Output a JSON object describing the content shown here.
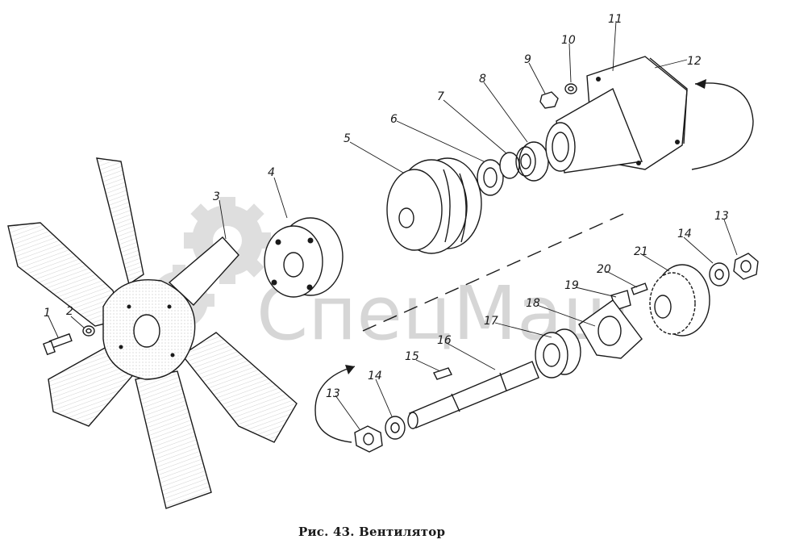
{
  "figure": {
    "caption": "Рис. 43. Вентилятор",
    "watermark": "СпецМаш"
  },
  "callouts": [
    "1",
    "2",
    "3",
    "4",
    "5",
    "6",
    "7",
    "8",
    "9",
    "10",
    "11",
    "12",
    "13",
    "14",
    "15",
    "16",
    "17",
    "18",
    "19",
    "20",
    "21",
    "13",
    "14"
  ],
  "colors": {
    "ink": "#1a1a1a",
    "watermark": "#c9c9c9"
  }
}
